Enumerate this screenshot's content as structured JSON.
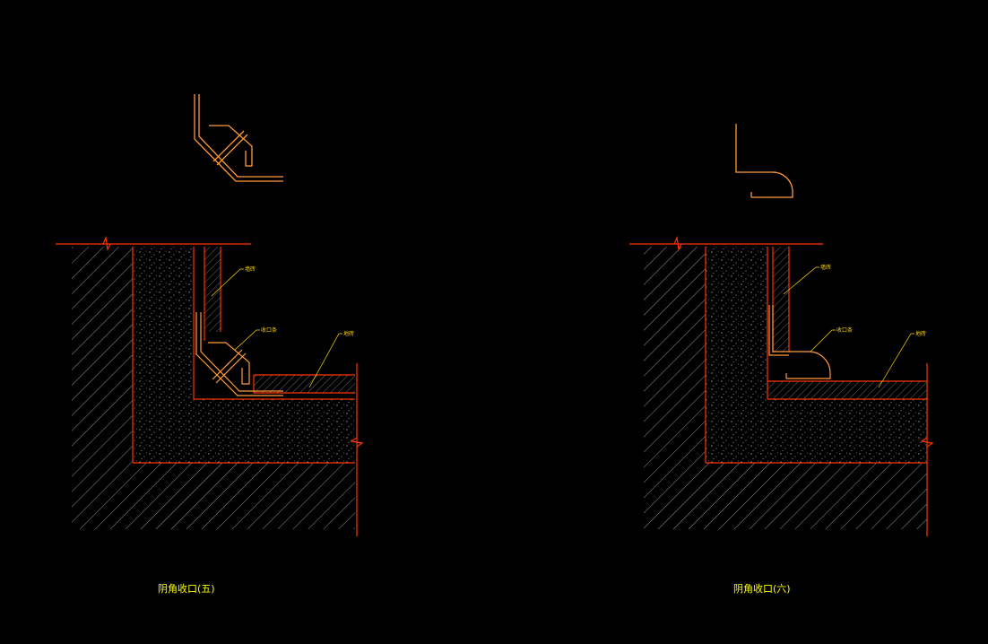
{
  "colors": {
    "background": "#000000",
    "outline": "#ff3300",
    "profile": "#ff9a3c",
    "hatch": "#c8c8c8",
    "leader": "#ffd400",
    "caption": "#ffff00"
  },
  "details": [
    {
      "caption": "阴角收口(五)",
      "labels": {
        "wall": "墙砖",
        "trim": "收口条",
        "floor": "地砖"
      }
    },
    {
      "caption": "阴角收口(六)",
      "labels": {
        "wall": "墙砖",
        "trim": "收口条",
        "floor": "地砖"
      }
    }
  ]
}
